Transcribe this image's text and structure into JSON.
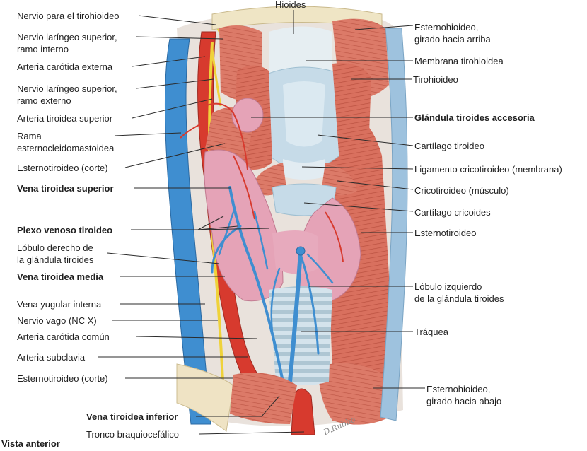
{
  "labels": {
    "hioides": "Hioides",
    "nervio_tirohioideo": "Nervio para el tirohioideo",
    "nervio_laringeo_interno": "Nervio laríngeo superior,\nramo interno",
    "arteria_carotida_externa": "Arteria carótida externa",
    "nervio_laringeo_externo": "Nervio laríngeo superior,\nramo externo",
    "arteria_tiroidea_superior": "Arteria tiroidea superior",
    "rama_esternocleido": "Rama\nesternocleidomastoidea",
    "esternotiroideo_corte_1": "Esternotiroideo (corte)",
    "vena_tiroidea_superior": "Vena tiroidea superior",
    "plexo_venoso": "Plexo venoso tiroideo",
    "lobulo_derecho": "Lóbulo derecho de\nla glándula tiroides",
    "vena_tiroidea_media": "Vena tiroidea media",
    "vena_yugular": "Vena yugular interna",
    "nervio_vago": "Nervio vago (NC X)",
    "arteria_carotida_comun": "Arteria carótida común",
    "arteria_subclavia": "Arteria subclavia",
    "esternotiroideo_corte_2": "Esternotiroideo (corte)",
    "vena_tiroidea_inferior": "Vena tiroidea inferior",
    "tronco_braquiocefalico": "Tronco braquiocefálico",
    "esternohioideo_arriba": "Esternohioideo,\ngirado hacia arriba",
    "membrana_tirohioidea": "Membrana tirohioidea",
    "tirohioideo": "Tirohioideo",
    "glandula_accesoria": "Glándula tiroides accesoria",
    "cartilago_tiroideo": "Cartílago tiroideo",
    "ligamento_cricotiroideo": "Ligamento cricotiroideo (membrana)",
    "cricotiroideo": "Cricotiroideo (músculo)",
    "cartilago_cricoides": "Cartílago cricoides",
    "esternotiroideo": "Esternotiroideo",
    "lobulo_izquierdo": "Lóbulo izquierdo\nde la glándula tiroides",
    "traquea": "Tráquea",
    "esternohioideo_abajo": "Esternohioideo,\ngirado hacia abajo"
  },
  "view_label": "Vista anterior",
  "signature": "D.Rubbo",
  "colors": {
    "muscle": "#d9705e",
    "muscle_light": "#e7978a",
    "vein": "#3f8ed0",
    "artery": "#d73a2e",
    "nerve": "#efd23a",
    "cartilage": "#c6dbe8",
    "thyroid": "#e5a3b7"
  }
}
